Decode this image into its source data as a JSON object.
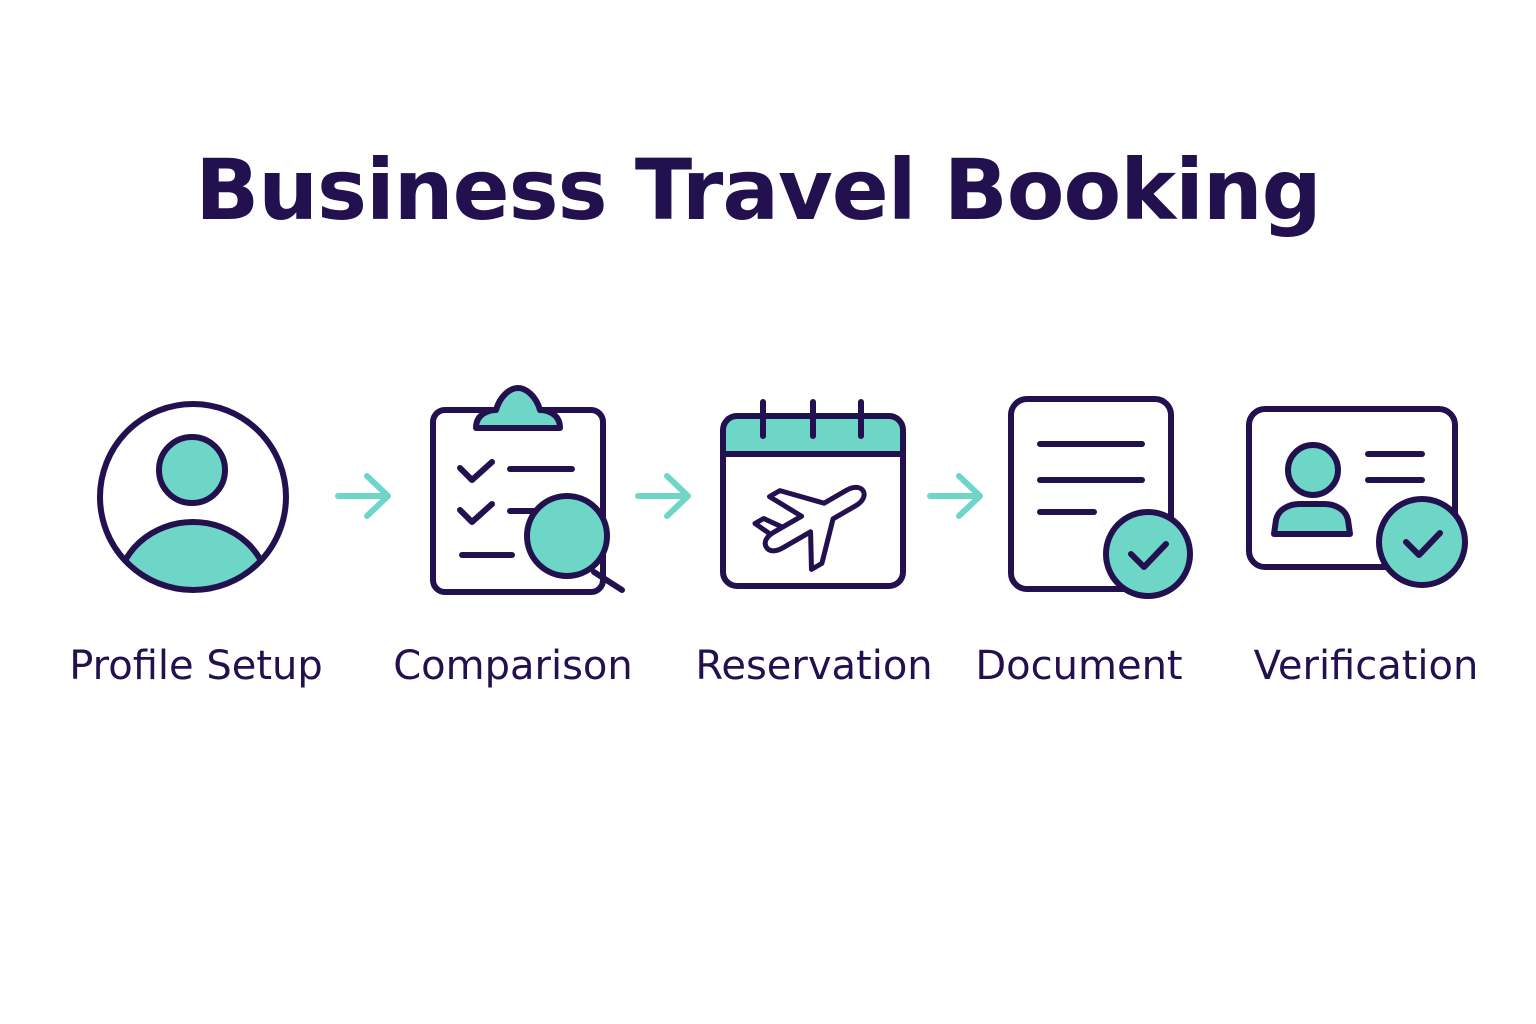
{
  "title": "Business Travel Booking",
  "colors": {
    "stroke": "#22104f",
    "accent": "#6ed6c6",
    "arrow": "#6ed6c6",
    "background": "#ffffff"
  },
  "steps": [
    {
      "label": "Profile Setup",
      "icon": "user-profile-icon"
    },
    {
      "label": "Comparison",
      "icon": "clipboard-search-icon"
    },
    {
      "label": "Reservation",
      "icon": "calendar-plane-icon"
    },
    {
      "label": "Document",
      "icon": "document-check-icon"
    },
    {
      "label": "Verification",
      "icon": "id-card-check-icon"
    }
  ],
  "arrows": [
    "arrow-right-icon",
    "arrow-right-icon",
    "arrow-right-icon"
  ]
}
